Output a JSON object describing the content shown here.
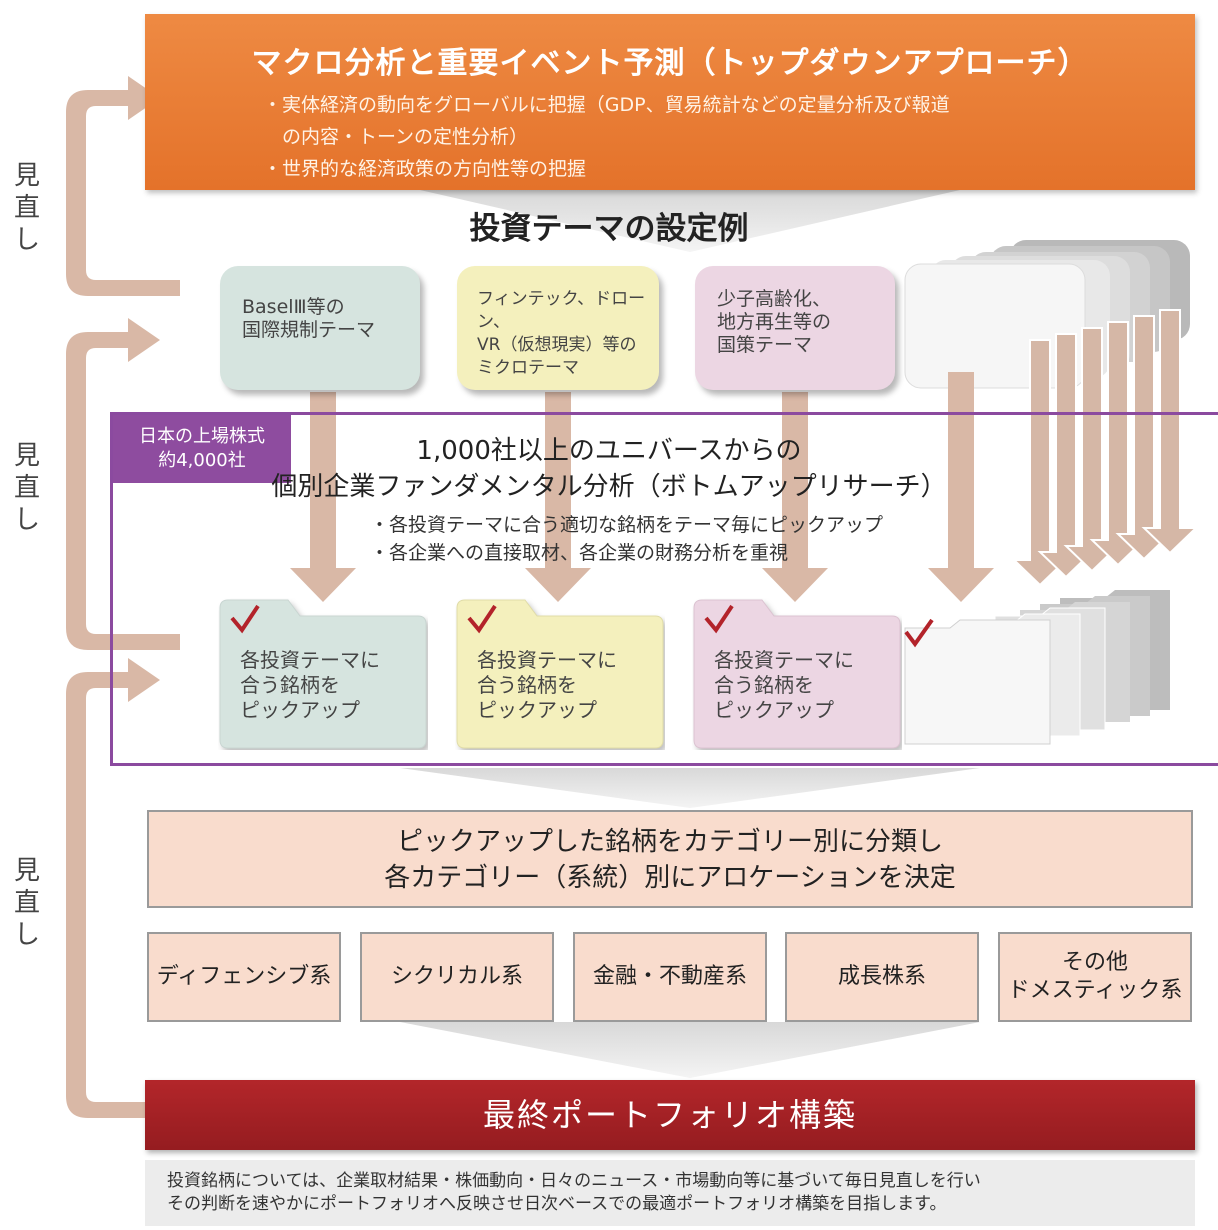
{
  "colors": {
    "top_banner": "#e97a33",
    "arrow": "#d9b8a6",
    "theme_teal": "#d6e4df",
    "theme_yellow": "#f4f0bd",
    "theme_pink": "#ecd6e3",
    "universe_purple": "#8e4c9f",
    "category_fill": "#f9dccd",
    "final_red": "#a72226"
  },
  "top_banner": {
    "title": "マクロ分析と重要イベント予測（トップダウンアプローチ）",
    "bullets": [
      "・実体経済の動向をグローバルに把握（GDP、貿易統計などの定量分析及び報道",
      "　の内容・トーンの定性分析）",
      "・世界的な経済政策の方向性等の把握"
    ]
  },
  "review_labels": [
    "見直し",
    "見直し",
    "見直し"
  ],
  "theme_heading": "投資テーマの設定例",
  "themes": [
    {
      "lines": [
        "BaselⅢ等の",
        "国際規制テーマ"
      ]
    },
    {
      "lines": [
        "フィンテック、ドローン、",
        "VR（仮想現実）等の",
        "ミクロテーマ"
      ]
    },
    {
      "lines": [
        "少子高齢化、",
        "地方再生等の",
        "国策テーマ"
      ]
    }
  ],
  "universe": {
    "tag_lines": [
      "日本の上場株式",
      "約4,000社"
    ],
    "title_lines": [
      "1,000社以上のユニバースからの",
      "個別企業ファンダメンタル分析（ボトムアップリサーチ）"
    ],
    "bullets": [
      "・各投資テーマに合う適切な銘柄をテーマ毎にピックアップ",
      "・各企業への直接取材、各企業の財務分析を重視"
    ]
  },
  "picks": [
    {
      "lines": [
        "各投資テーマに",
        "合う銘柄を",
        "ピックアップ"
      ]
    },
    {
      "lines": [
        "各投資テーマに",
        "合う銘柄を",
        "ピックアップ"
      ]
    },
    {
      "lines": [
        "各投資テーマに",
        "合う銘柄を",
        "ピックアップ"
      ]
    }
  ],
  "category": {
    "lines": [
      "ピックアップした銘柄をカテゴリー別に分類し",
      "各カテゴリー（系統）別にアロケーションを決定"
    ],
    "items": [
      {
        "lines": [
          "ディフェンシブ系"
        ]
      },
      {
        "lines": [
          "シクリカル系"
        ]
      },
      {
        "lines": [
          "金融・不動産系"
        ]
      },
      {
        "lines": [
          "成長株系"
        ]
      },
      {
        "lines": [
          "その他",
          "ドメスティック系"
        ]
      }
    ]
  },
  "final": "最終ポートフォリオ構築",
  "footnote": [
    "投資銘柄については、企業取材結果・株価動向・日々のニュース・市場動向等に基づいて毎日見直しを行い",
    "その判断を速やかにポートフォリオへ反映させ日次ベースでの最適ポートフォリオ構築を目指します。"
  ],
  "icons": {
    "review_arrow": "loop-arrow-icon",
    "down_arrow": "down-arrow-icon",
    "check": "check-mark-icon",
    "funnel": "funnel-chevron-icon"
  }
}
